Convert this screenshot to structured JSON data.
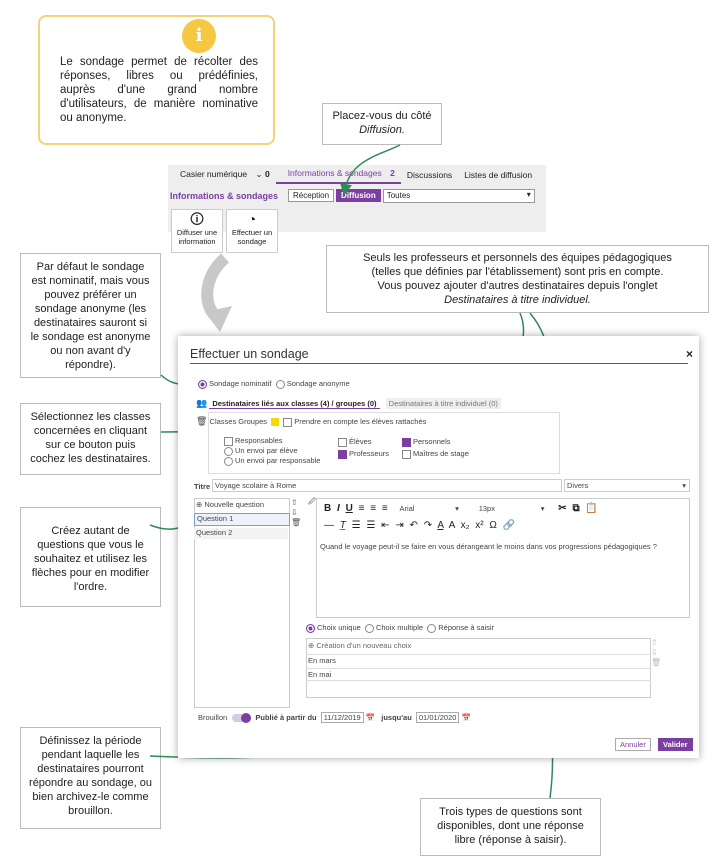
{
  "info_box": {
    "icon": "info-icon",
    "text": "Le sondage permet de récolter des réponses, libres ou prédéfinies, auprès d'une grand nombre d'utilisateurs, de manière nominative ou anonyme."
  },
  "callouts": {
    "diffusion_line1": "Placez-vous du côté",
    "diffusion_line2": "Diffusion.",
    "professeurs_line1": "Seuls les professeurs et personnels des équipes pédagogiques",
    "professeurs_line2": "(telles que définies par l'établissement) sont pris en compte.",
    "professeurs_line3": "Vous pouvez ajouter d'autres destinataires depuis l'onglet",
    "professeurs_line4": "Destinataires à titre individuel.",
    "nominatif": "Par défaut le sondage est nominatif, mais vous pouvez préférer un sondage anonyme (les destinataires sauront si le sondage est anonyme ou non avant d'y répondre).",
    "classes": "Sélectionnez les classes concernées en cliquant sur ce bouton puis cochez les destinataires.",
    "questions": "Créez autant de questions que vous le souhaitez et utilisez les flèches pour en modifier l'ordre.",
    "periode": "Définissez la période pendant laquelle les destinataires pourront répondre au sondage, ou bien archivez-le comme brouillon.",
    "types": "Trois types de questions sont disponibles, dont une réponse libre (réponse à saisir)."
  },
  "app": {
    "tabs": [
      "Casier numérique",
      "Informations & sondages",
      "Discussions",
      "Listes de diffusion"
    ],
    "casier_badge": "0",
    "info_badge": "2",
    "section_title": "Informations & sondages",
    "reception_label": "Réception",
    "diffusion_label": "Diffusion",
    "filter_value": "Toutes",
    "actions": [
      "Diffuser une information",
      "Effectuer un sondage"
    ]
  },
  "dialog": {
    "title": "Effectuer un sondage",
    "close": "×",
    "mode_nominatif": "Sondage nominatif",
    "mode_anonyme": "Sondage anonyme",
    "tab_classes": "Destinataires liés aux classes (4) / groupes (0)",
    "tab_individuel": "Destinataires à titre individuel (0)",
    "classes_groupes": "Classes Groupes",
    "prendre_compte": "Prendre en compte les élèves rattachés",
    "responsables": "Responsables",
    "envoi_eleve": "Un envoi par élève",
    "envoi_responsable": "Un envoi par responsable",
    "eleves": "Élèves",
    "professeurs": "Professeurs",
    "personnels": "Personnels",
    "maitres_stage": "Maîtres de stage",
    "titre_label": "Titre",
    "titre_value": "Voyage scolaire à Rome",
    "category_value": "Divers",
    "nouvelle_question": "Nouvelle question",
    "questions": [
      "Question 1",
      "Question 2"
    ],
    "font_name": "Arial",
    "font_size": "13px",
    "editor_text": "Quand le voyage peut-il se faire en vous dérangeant le moins dans vos progressions pédagogiques ?",
    "choix_unique": "Choix unique",
    "choix_multiple": "Choix multiple",
    "reponse_saisir": "Réponse à saisir",
    "creation_choix": "Création d'un nouveau choix",
    "choices": [
      "En mars",
      "En mai"
    ],
    "brouillon": "Brouillon",
    "publie_du": "Publié à partir du",
    "date_from": "11/12/2019",
    "jusquau": "jusqu'au",
    "date_to": "01/01/2020",
    "annuler": "Annuler",
    "valider": "Valider"
  },
  "colors": {
    "accent": "#7a3fa0",
    "info_yellow": "#f5c842",
    "arrow_green": "#2e8b57"
  }
}
